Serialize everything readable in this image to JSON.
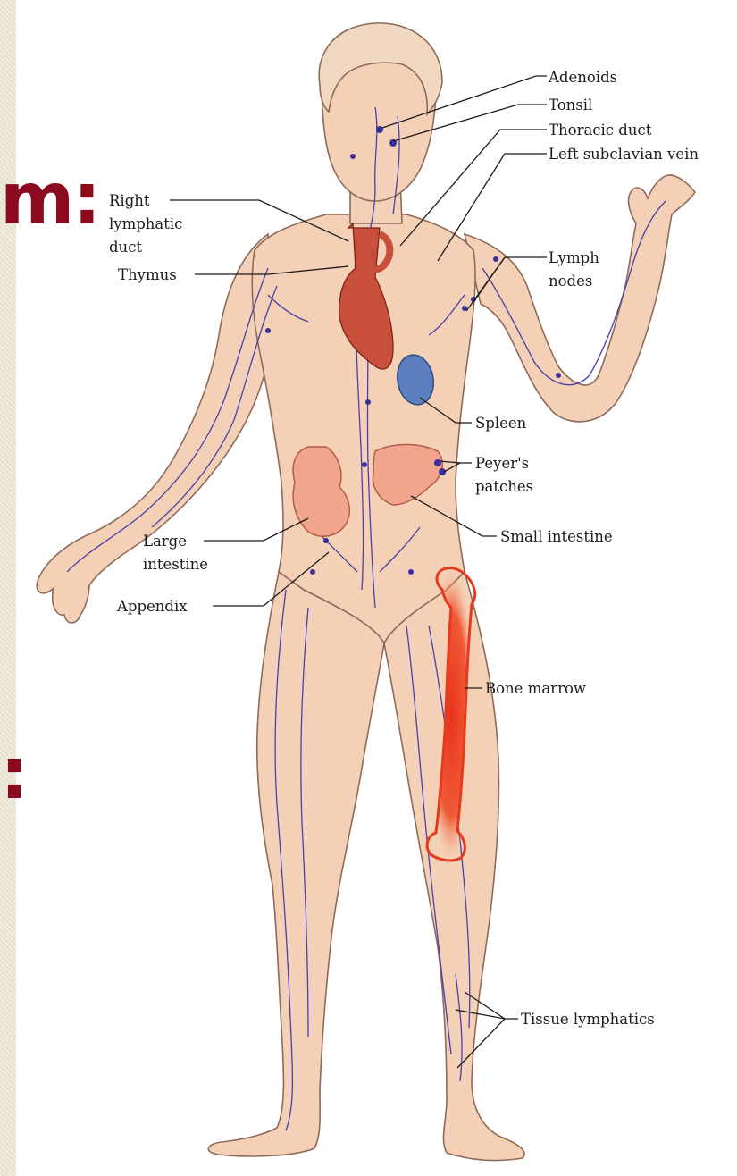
{
  "slide_text_fragments": [
    "m:",
    ":"
  ],
  "labels": {
    "adenoids": "Adenoids",
    "tonsil": "Tonsil",
    "thoracic_duct": "Thoracic duct",
    "left_subclavian_vein": "Left subclavian vein",
    "right_lymphatic_duct": [
      "Right",
      "lymphatic",
      "duct"
    ],
    "thymus": "Thymus",
    "lymph_nodes": [
      "Lymph",
      "nodes"
    ],
    "spleen": "Spleen",
    "peyers_patches": [
      "Peyer's",
      "patches"
    ],
    "large_intestine": [
      "Large",
      "intestine"
    ],
    "small_intestine": "Small intestine",
    "appendix": "Appendix",
    "bone_marrow": "Bone marrow",
    "tissue_lymphatics": "Tissue lymphatics"
  },
  "colors": {
    "slide_text": "#8b0a1e",
    "skin": "#f4d1b6",
    "lymph_vessel": "#4a3fa6",
    "organ_red": "#c8503a",
    "spleen": "#5b7fbf",
    "bone_marrow": "#e53a1e",
    "background": "#ece5d3"
  }
}
